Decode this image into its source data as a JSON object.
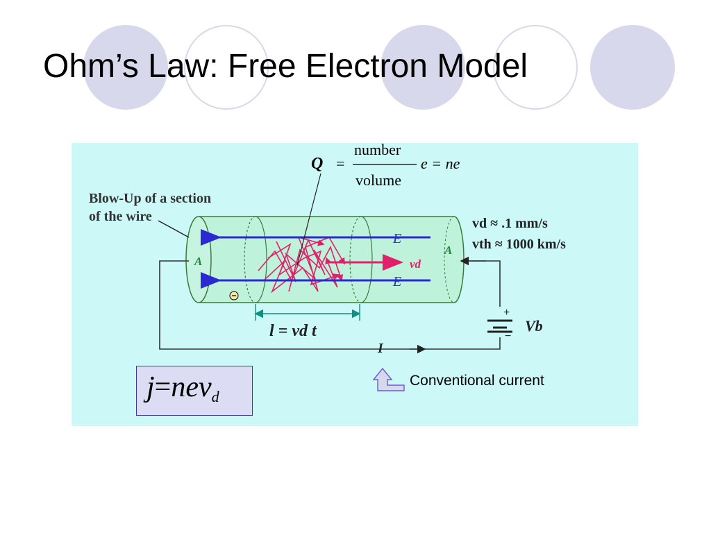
{
  "slide": {
    "title": "Ohm’s Law: Free Electron Model",
    "accent_fill": "#d8d8ec",
    "figure_background": "#ccf8f8"
  },
  "figure": {
    "blowup_label_line1": "Blow-Up of a section",
    "blowup_label_line2": "of the wire",
    "q_symbol": "Q",
    "equals": "=",
    "fraction_numerator": "number",
    "fraction_denominator": "volume",
    "q_tail": "e = ne",
    "field_label_top": "E",
    "field_label_bottom": "E",
    "drift_label": "vd",
    "area_label_left": "A",
    "area_label_right": "A",
    "vd_speed": "vd ≈ .1 mm/s",
    "vth_speed": "vth ≈ 1000 km/s",
    "electron_symbol": "⊖",
    "length_eq": "l = vd t",
    "battery_plus": "+",
    "battery_minus": "−",
    "battery_label": "Vb",
    "current_label": "I"
  },
  "formula": {
    "lhs": "j",
    "equals": "=",
    "rhs": "nev",
    "subscript": "d"
  },
  "callout": {
    "text": "Conventional current"
  }
}
